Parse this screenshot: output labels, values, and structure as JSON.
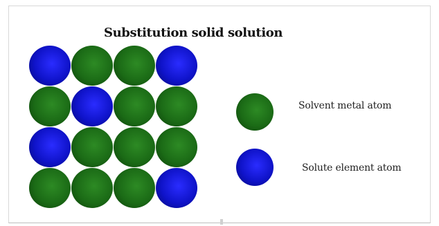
{
  "title": "Substitution solid solution",
  "lattice": {
    "rows": [
      [
        "solute",
        "solvent",
        "solvent",
        "solute"
      ],
      [
        "solvent",
        "solute",
        "solvent",
        "solvent"
      ],
      [
        "solute",
        "solvent",
        "solvent",
        "solvent"
      ],
      [
        "solvent",
        "solvent",
        "solvent",
        "solute"
      ]
    ]
  },
  "legend": {
    "solvent_label": "Solvent metal atom",
    "solute_label": "Solute element atom"
  },
  "colors": {
    "solvent": "#1b6b16",
    "solute": "#0f13c9",
    "background": "#ffffff"
  }
}
